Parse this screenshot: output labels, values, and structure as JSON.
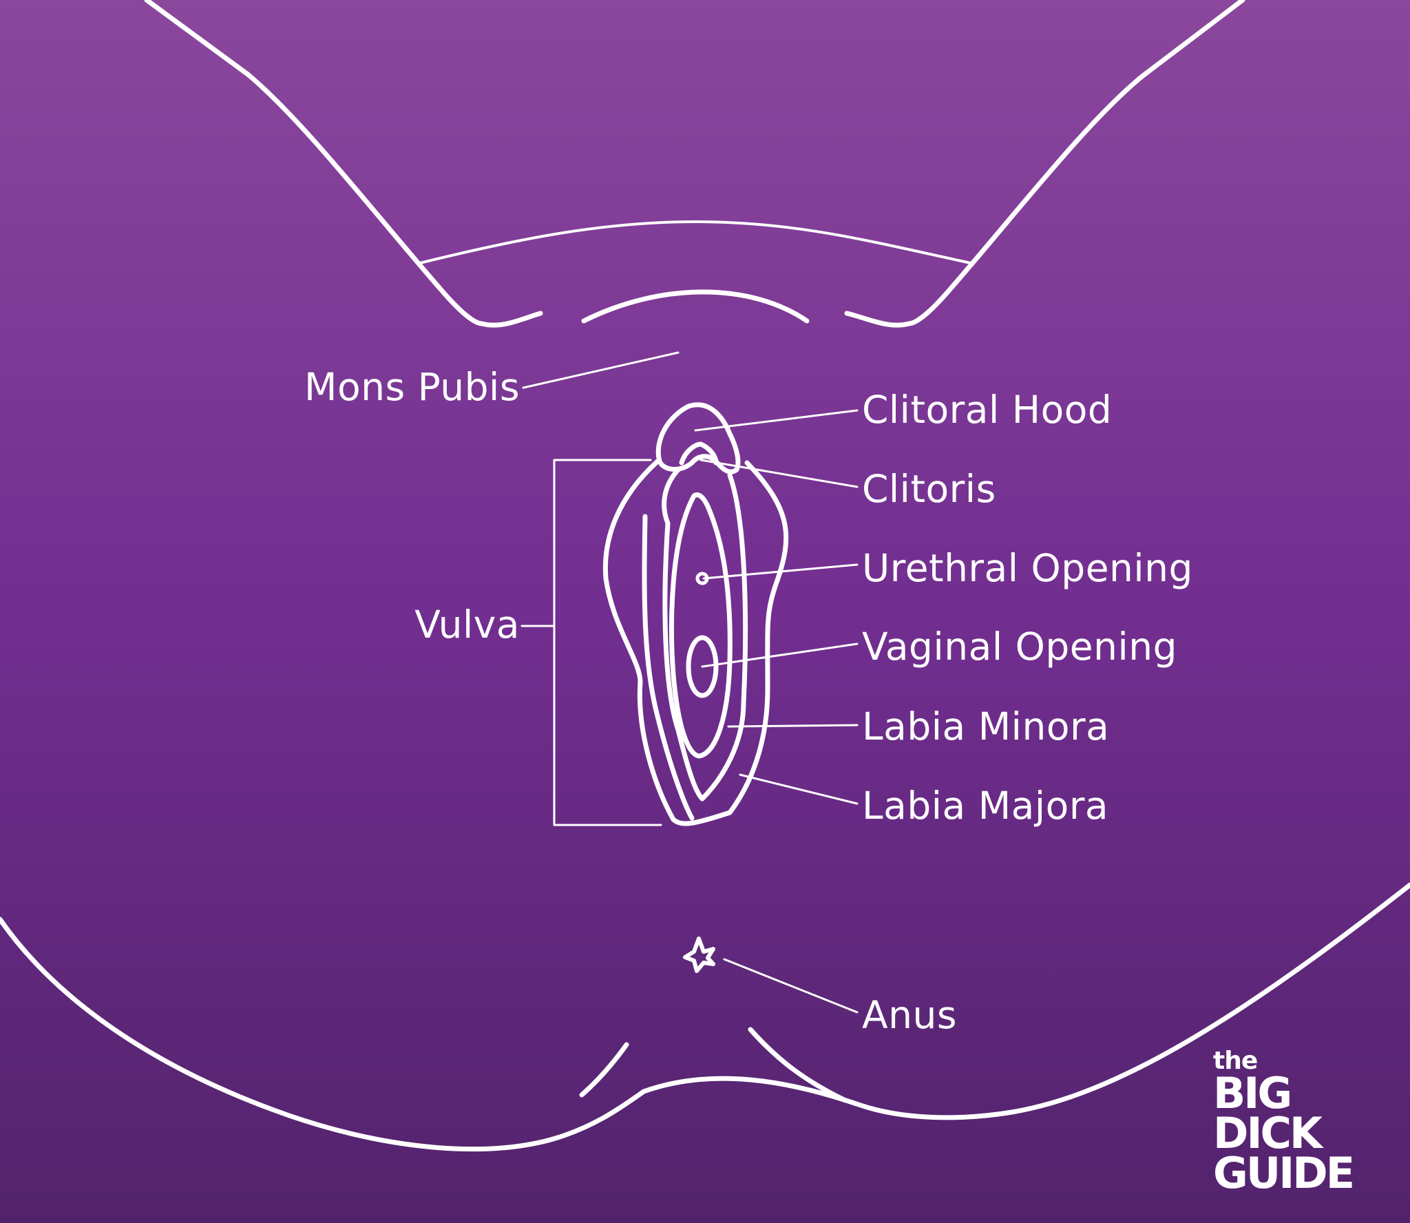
{
  "colors": {
    "gradient_top": "#8a479c",
    "gradient_mid": "#722e90",
    "gradient_bottom": "#52236c",
    "line": "#ffffff"
  },
  "labels": {
    "mons_pubis": "Mons Pubis",
    "clitoral_hood": "Clitoral Hood",
    "clitoris": "Clitoris",
    "urethral_opening": "Urethral Opening",
    "vaginal_opening": "Vaginal Opening",
    "labia_minora": "Labia Minora",
    "labia_majora": "Labia Majora",
    "vulva": "Vulva",
    "anus": "Anus"
  },
  "logo": {
    "line1": "the",
    "line2": "BIG",
    "line3": "DICK",
    "line4": "GUIDE"
  }
}
